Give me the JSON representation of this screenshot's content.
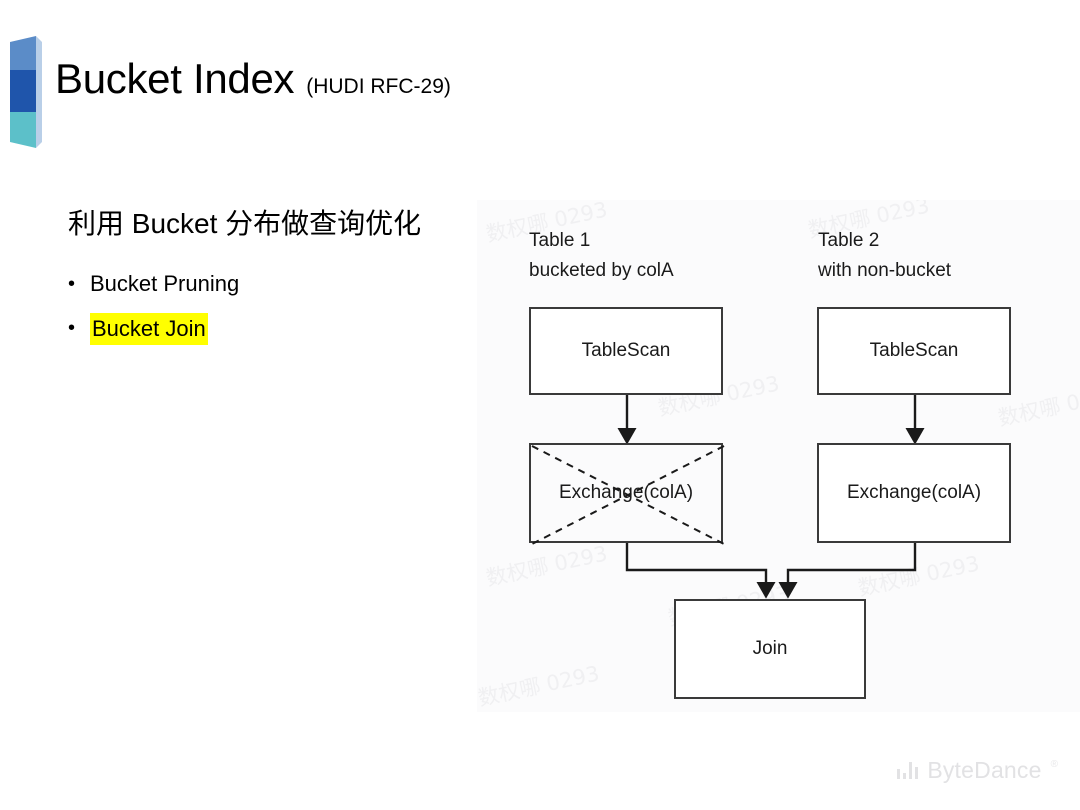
{
  "slide": {
    "title_main": "Bucket Index",
    "title_sub": "(HUDI RFC-29)",
    "lead_line": "利用 Bucket 分布做查询优化",
    "bullet_marker": "•",
    "bullets": [
      {
        "label": "Bucket Pruning",
        "highlighted": false
      },
      {
        "label": "Bucket Join",
        "highlighted": true
      }
    ]
  },
  "diagram": {
    "watermark": "数权哪 0293",
    "columns": [
      {
        "caption_line1": "Table 1",
        "caption_line2": "bucketed by colA",
        "scan_label": "TableScan",
        "exchange_label": "Exchange(colA)",
        "exchange_crossed_out": true
      },
      {
        "caption_line1": "Table 2",
        "caption_line2": "with non-bucket",
        "scan_label": "TableScan",
        "exchange_label": "Exchange(colA)",
        "exchange_crossed_out": false
      }
    ],
    "join_label": "Join"
  },
  "footer": {
    "brand": "ByteDance",
    "trademark": "®"
  },
  "colors": {
    "logo_top": "#5b8cc8",
    "logo_mid": "#1f55ab",
    "logo_bottom": "#5cc0c9",
    "logo_edge": "#b9cfe8",
    "highlight": "#ffff00",
    "stroke": "#3a3a3a",
    "panel_bg": "#fbfbfc",
    "brand_gray": "#e2e2e4"
  }
}
